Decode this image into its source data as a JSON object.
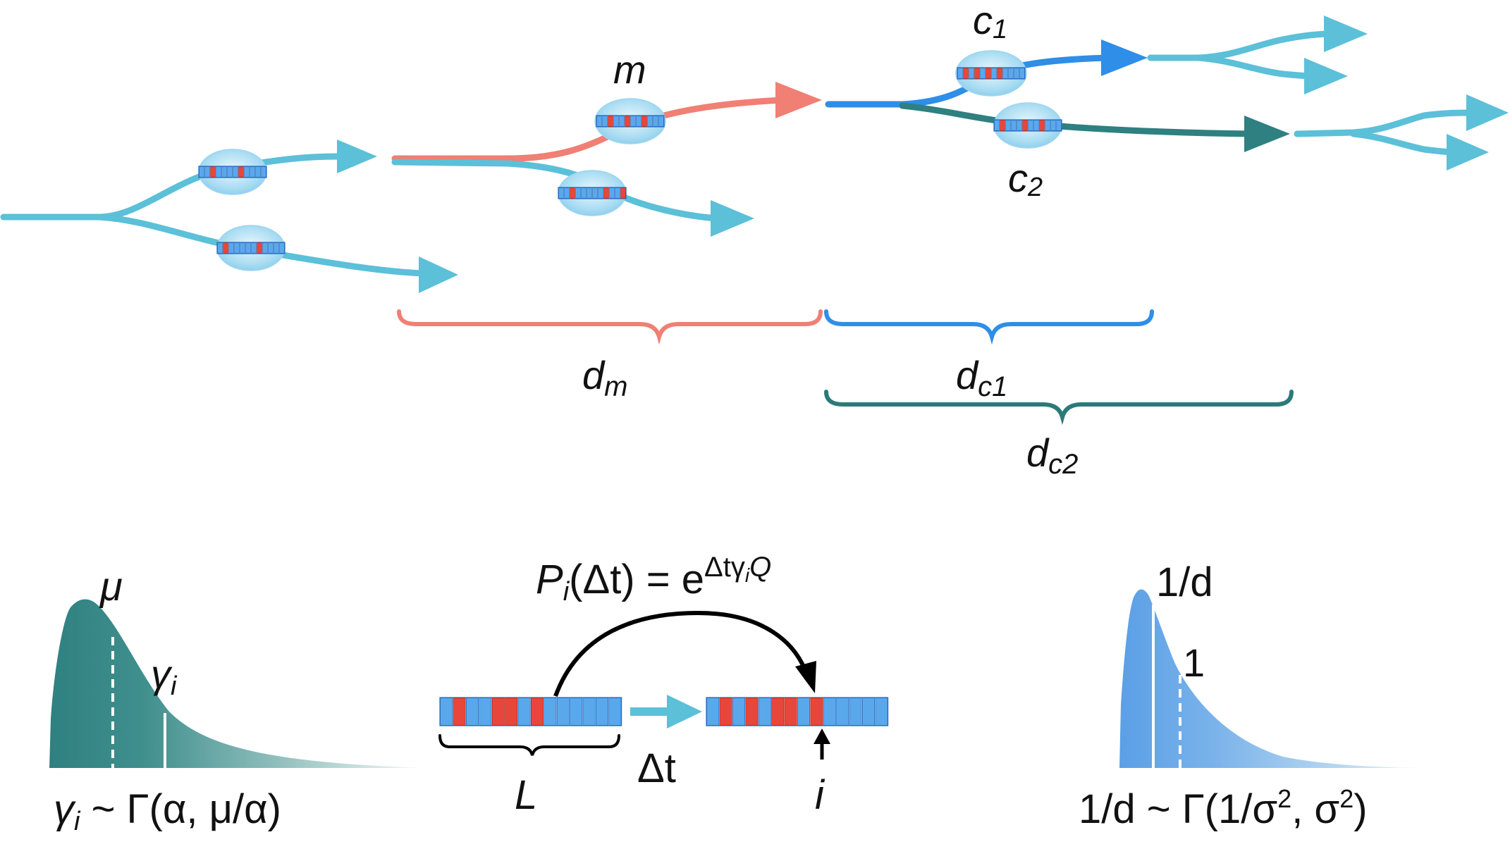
{
  "tree_labels": {
    "m": "m",
    "c1": "c",
    "c1_sub": "1",
    "c2": "c",
    "c2_sub": "2"
  },
  "braces": {
    "dm": "d",
    "dm_sub": "m",
    "dc1": "d",
    "dc1_sub": "c1",
    "dc2": "d",
    "dc2_sub": "c2"
  },
  "rate_dist": {
    "mu": "μ",
    "gamma": "γ",
    "gamma_sub": "i",
    "formula_gamma": "γ",
    "formula_sub": "i",
    "formula_rest": " ~ Γ(α, μ/α)"
  },
  "substitution": {
    "P": "P",
    "P_sub": "i",
    "P_arg": "(Δt) = e",
    "P_exp": "Δtγ",
    "P_exp_sub": "i",
    "P_exp_end": "Q",
    "L": "L",
    "dt": "Δt",
    "i": "i"
  },
  "branch_dist": {
    "inv_d": "1/d",
    "one": "1",
    "formula_a": "1/d ~ Γ(1/σ",
    "formula_sup1": "2",
    "formula_b": ", σ",
    "formula_sup2": "2",
    "formula_c": ")"
  },
  "colors": {
    "cyan": "#5bc0d8",
    "salmon": "#f07f74",
    "blue": "#2e8ee8",
    "teal": "#2f8080",
    "dark_teal": "#2a7a78",
    "light_blue": "#6aa8ea",
    "red_site": "#e8463a",
    "blue_site": "#5aa8ec"
  }
}
